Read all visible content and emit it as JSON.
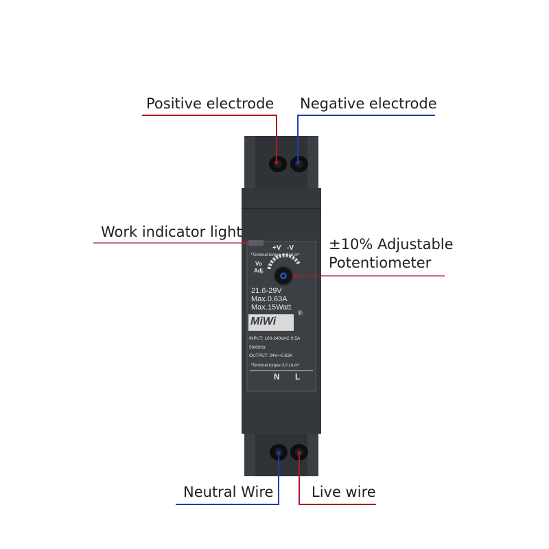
{
  "callouts": {
    "positive_electrode": "Positive electrode",
    "negative_electrode": "Negative electrode",
    "work_indicator_light": "Work indicator light",
    "adjustable_line1": "±10% Adjustable",
    "adjustable_line2": "Potentiometer",
    "neutral_wire": "Neutral Wire",
    "live_wire": "Live wire"
  },
  "panel": {
    "plus_v": "+V",
    "minus_v": "-V",
    "torque_top": "*Terminal torque 4.4 Lb-in*",
    "vo": "Vo",
    "adj": "Adj.",
    "voltage_range": "21.6-29V",
    "max_current": "Max.0.63A",
    "max_power": "Max.15Watt",
    "brand": "MiWi",
    "registered": "®",
    "input": "INPUT: 100-240VAC 0.5A",
    "frequency": "50/60Hz",
    "output": "OUTPUT: 24V⎓0.63A",
    "torque_bottom": "*Terminal torque 3.0 Lb-in*",
    "n": "N",
    "l": "L"
  },
  "colors": {
    "positive_line": "#b0182a",
    "negative_line": "#1c3fa6",
    "housing": "#2e3236",
    "panel": "#3a3e42",
    "text": "#1f1f1f"
  }
}
